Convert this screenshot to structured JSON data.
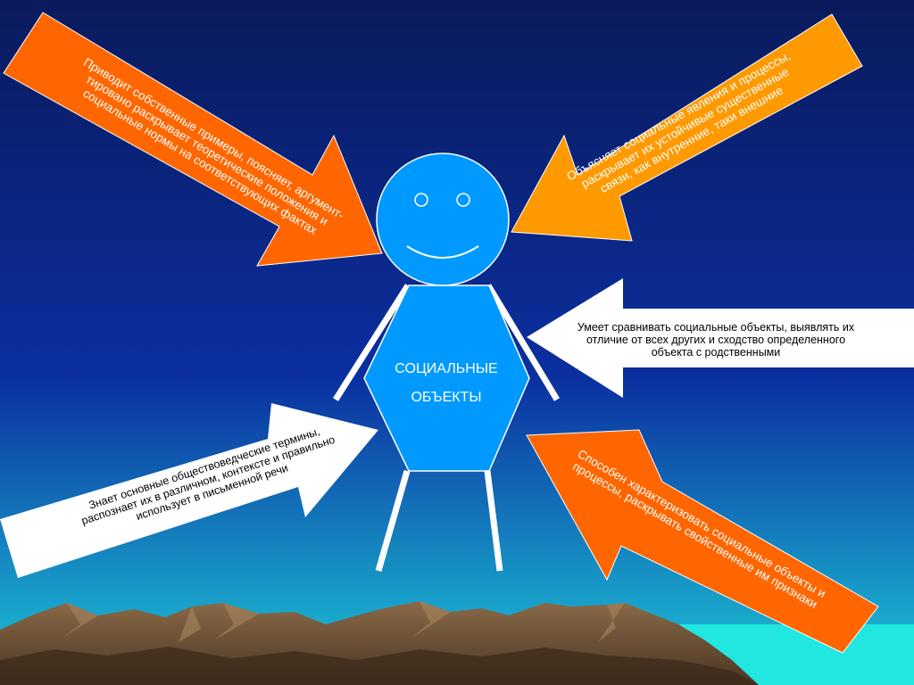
{
  "title": [
    "СОЦИАЛЬНЫЕ",
    "ОБЪЕКТЫ"
  ],
  "arrows": {
    "top_left": {
      "lines": [
        "Приводит собственные примеры, поясняет, аргумент-",
        "тировано раскрывает теоретические положения и",
        "социальные нормы на соответствующих фактах"
      ],
      "color": "#FF6600"
    },
    "top_right": {
      "lines": [
        "Объясняет социальные явления и процессы,",
        "раскрывает их устойчивые существенные",
        "связи, как внутренние, таки внешние"
      ],
      "color": "#FF9900"
    },
    "middle_right": {
      "lines": [
        "Умеет сравнивать социальные объекты, выявлять их",
        "отличие от всех других и сходство определенного",
        "объекта с родственными"
      ],
      "color": "#FFFFFF"
    },
    "bottom_left": {
      "lines": [
        "Знает основные обществоведческие термины,",
        "распознает их в различном, контексте и правильно",
        "использует в письменной речи"
      ],
      "color": "#FFFFFF"
    },
    "bottom_right": {
      "lines": [
        "Способен характеризовать социальные объекты и",
        "процессы, раскрывать свойственные им признаки"
      ],
      "color": "#FF6600"
    }
  },
  "colors": {
    "sky_top": "#0A1A5C",
    "sky_mid": "#0B2FA0",
    "sky_bottom": "#1DC8D8",
    "figure": "#0099FF",
    "mountains": "#6B4E33",
    "sea": "#22E6E0"
  }
}
